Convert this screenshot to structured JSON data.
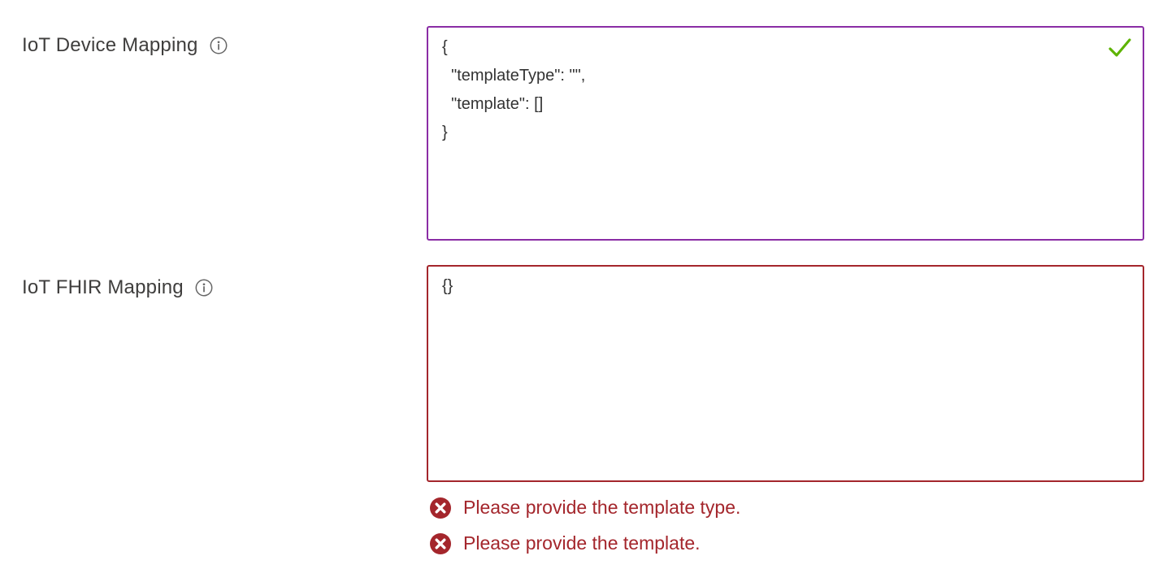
{
  "form": {
    "fields": [
      {
        "label": "IoT Device Mapping",
        "value": "{\n  \"templateType\": \"\",\n  \"template\": []\n}",
        "state": "valid"
      },
      {
        "label": "IoT FHIR Mapping",
        "value": "{}",
        "state": "invalid"
      }
    ],
    "errors": [
      {
        "text": "Please provide the template type."
      },
      {
        "text": "Please provide the template."
      }
    ]
  },
  "icons": {
    "info": "info-circle-icon",
    "valid": "green-checkmark-icon",
    "error": "red-x-circle-icon"
  },
  "colors": {
    "valid_border": "#8a2da5",
    "error_border": "#a4262c",
    "error_text": "#a4262c",
    "check_green": "#5db300",
    "label_text": "#3f3e3d",
    "info_icon": "#666666",
    "background": "#ffffff"
  }
}
